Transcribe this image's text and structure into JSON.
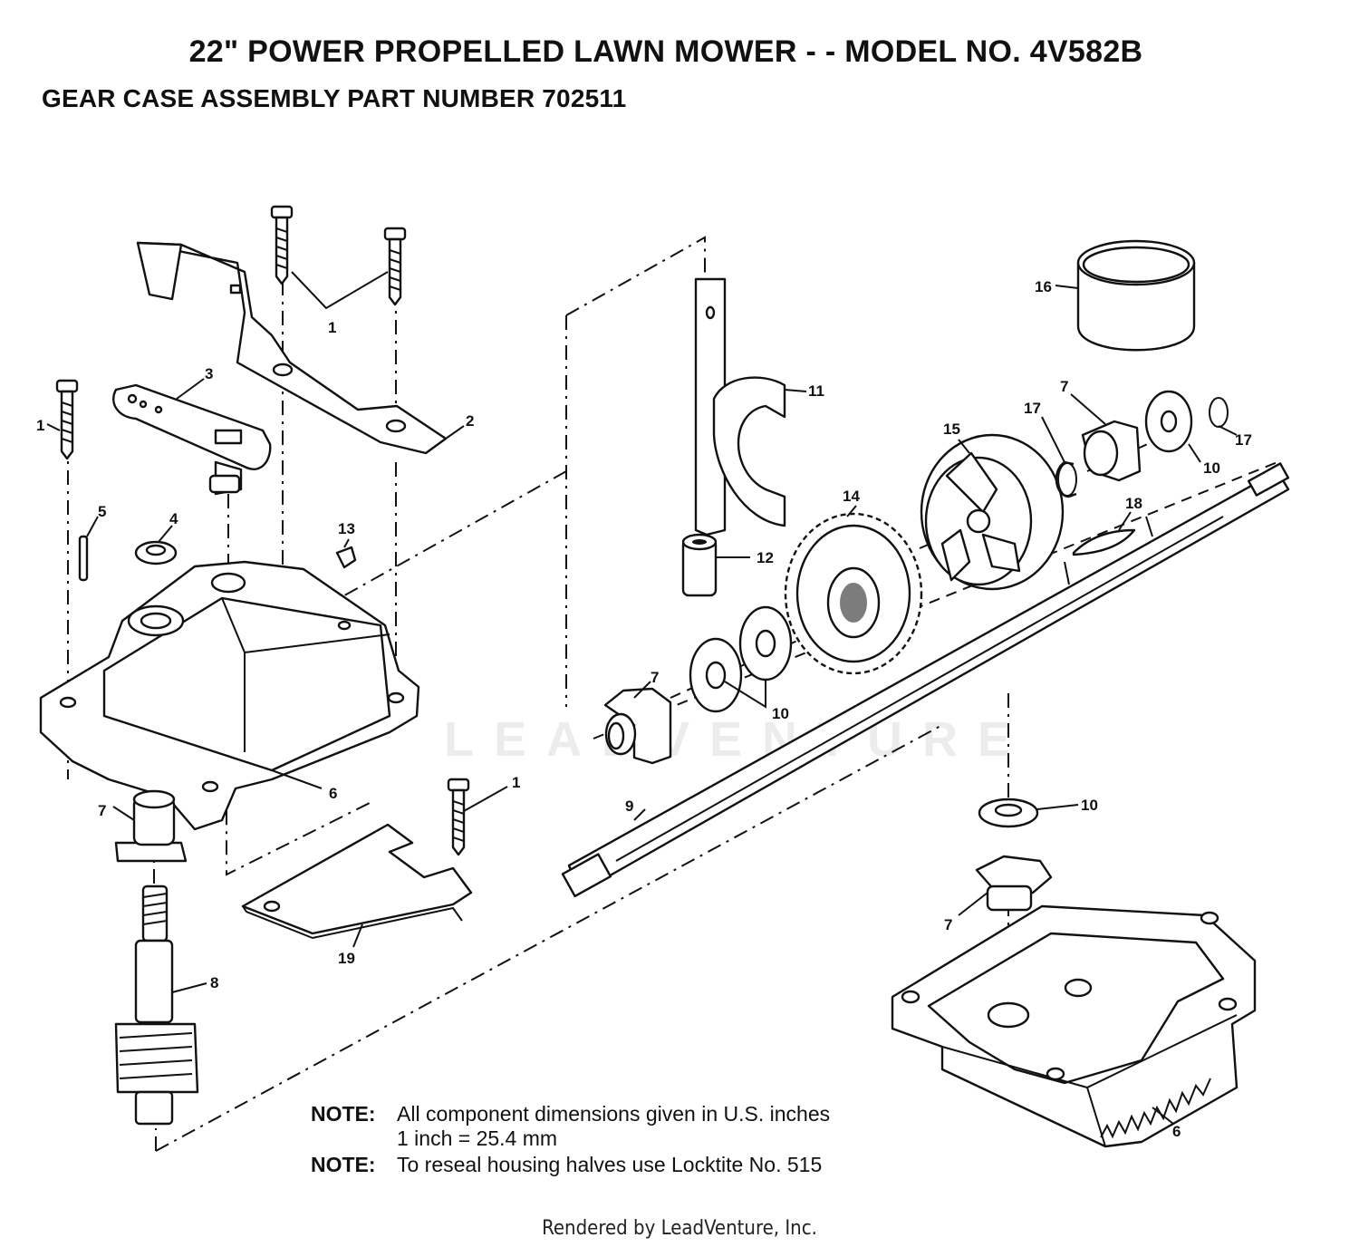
{
  "header": {
    "title": "22\" POWER PROPELLED LAWN MOWER - - MODEL NO. 4V582B",
    "subtitle": "GEAR CASE ASSEMBLY PART NUMBER 702511"
  },
  "callouts": [
    {
      "id": "c1a",
      "label": "1"
    },
    {
      "id": "c1b",
      "label": "1"
    },
    {
      "id": "c1c",
      "label": "1"
    },
    {
      "id": "c2",
      "label": "2"
    },
    {
      "id": "c3",
      "label": "3"
    },
    {
      "id": "c4",
      "label": "4"
    },
    {
      "id": "c5",
      "label": "5"
    },
    {
      "id": "c6a",
      "label": "6"
    },
    {
      "id": "c6b",
      "label": "6"
    },
    {
      "id": "c7a",
      "label": "7"
    },
    {
      "id": "c7b",
      "label": "7"
    },
    {
      "id": "c7c",
      "label": "7"
    },
    {
      "id": "c7d",
      "label": "7"
    },
    {
      "id": "c8",
      "label": "8"
    },
    {
      "id": "c9",
      "label": "9"
    },
    {
      "id": "c10a",
      "label": "10"
    },
    {
      "id": "c10b",
      "label": "10"
    },
    {
      "id": "c10c",
      "label": "10"
    },
    {
      "id": "c11",
      "label": "11"
    },
    {
      "id": "c12",
      "label": "12"
    },
    {
      "id": "c13",
      "label": "13"
    },
    {
      "id": "c14",
      "label": "14"
    },
    {
      "id": "c15",
      "label": "15"
    },
    {
      "id": "c16",
      "label": "16"
    },
    {
      "id": "c17a",
      "label": "17"
    },
    {
      "id": "c17b",
      "label": "17"
    },
    {
      "id": "c18",
      "label": "18"
    },
    {
      "id": "c19",
      "label": "19"
    }
  ],
  "notes": [
    {
      "label": "NOTE:",
      "text": "All component dimensions given in U.S. inches\n1 inch = 25.4 mm"
    },
    {
      "label": "NOTE:",
      "text": "To reseal housing halves use Locktite No. 515"
    }
  ],
  "watermark": "LEADVENTURE",
  "footer": {
    "credit": "Rendered by LeadVenture, Inc."
  }
}
